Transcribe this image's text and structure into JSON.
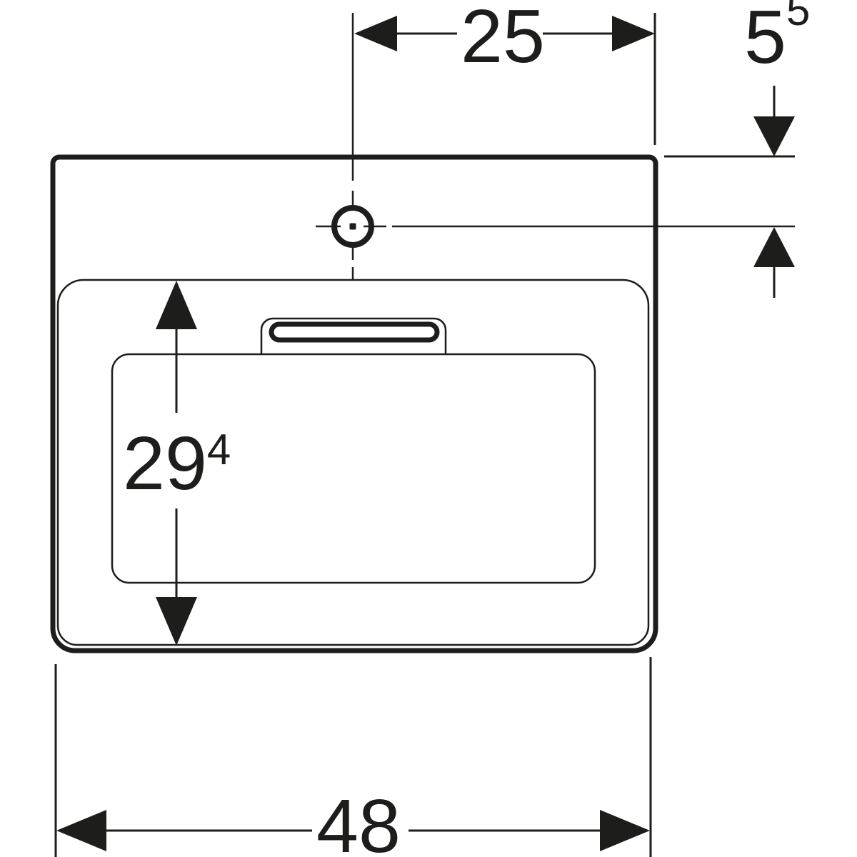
{
  "page": {
    "background": "#ffffff"
  },
  "drawing": {
    "line_color": "#1d1d1b",
    "fill_color": "#ffffff",
    "view": "washbasin-top-view",
    "dimension_labels": {
      "tap_hole_spacing": {
        "main": "25",
        "sup": ""
      },
      "deck_to_hole": {
        "main": "5",
        "sup": "5"
      },
      "bowl_depth": {
        "main": "29",
        "sup": "4"
      },
      "overall_width": {
        "main": "48",
        "sup": ""
      }
    }
  }
}
